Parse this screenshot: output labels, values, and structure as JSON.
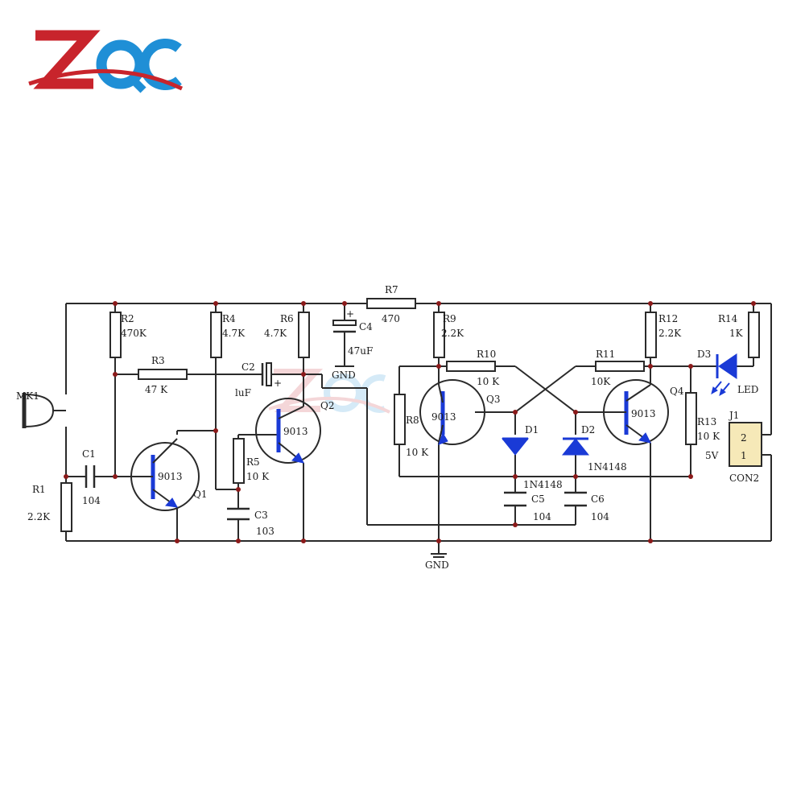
{
  "labels": {
    "mk1": "MK1",
    "r1": "R1",
    "r1v": "2.2K",
    "r2": "R2",
    "r2v": "470K",
    "r3": "R3",
    "r3v": "47 K",
    "r4": "R4",
    "r4v": "4.7K",
    "r5": "R5",
    "r5v": "10 K",
    "r6": "R6",
    "r6v": "4.7K",
    "r7": "R7",
    "r7v": "470",
    "r8": "R8",
    "r8v": "10 K",
    "r9": "R9",
    "r9v": "2.2K",
    "r10": "R10",
    "r10v": "10 K",
    "r11": "R11",
    "r11v": "10K",
    "r12": "R12",
    "r12v": "2.2K",
    "r13": "R13",
    "r13v": "10 K",
    "r14": "R14",
    "r14v": "1K",
    "c1": "C1",
    "c1v": "104",
    "c2": "C2",
    "c2v": "luF",
    "c3": "C3",
    "c3v": "103",
    "c4": "C4",
    "c4v": "47uF",
    "c5": "C5",
    "c5v": "104",
    "c6": "C6",
    "c6v": "104",
    "q1": "Q1",
    "q2": "Q2",
    "q3": "Q3",
    "q4": "Q4",
    "q1v": "9013",
    "q2v": "9013",
    "q3v": "9013",
    "q4v": "9013",
    "d1": "D1",
    "d2": "D2",
    "d3": "D3",
    "d1v": "1N4148",
    "d2v": "1N4148",
    "led": "LED",
    "j1": "J1",
    "j1pin2": "2",
    "j1pin1": "1",
    "j1v": "5V",
    "j1con": "CON2",
    "gnd_top": "GND",
    "gnd_bottom": "GND",
    "plus": "+"
  },
  "colors": {
    "wire": "#2a2a2a",
    "node": "#8b1a1a",
    "accent_blue": "#1a3ad6",
    "logo_red": "#c8242c",
    "logo_blue": "#1f8fd6",
    "connector_fill": "#f6e9b8"
  },
  "logo": {
    "icon": "zqc-logo"
  }
}
